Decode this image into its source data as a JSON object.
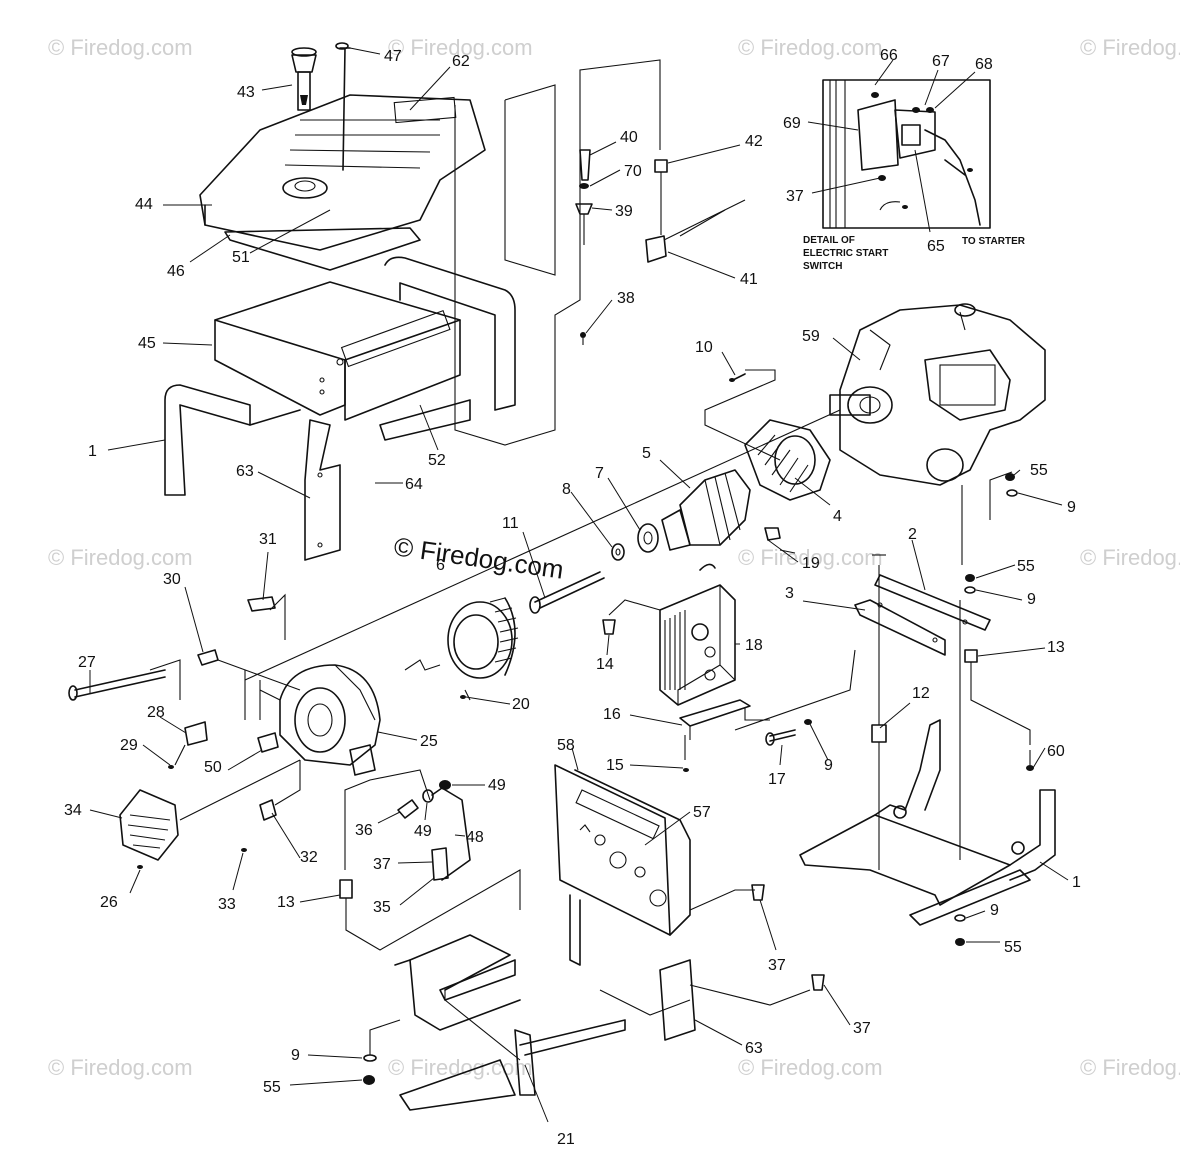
{
  "watermark": "© Firedog.com",
  "detail_box": {
    "caption_line1": "DETAIL OF",
    "caption_line2": "ELECTRIC START",
    "caption_line3": "SWITCH",
    "to_starter": "TO STARTER"
  },
  "callouts": [
    "66",
    "67",
    "68",
    "69",
    "37",
    "65",
    "47",
    "62",
    "43",
    "44",
    "46",
    "51",
    "45",
    "52",
    "40",
    "70",
    "42",
    "39",
    "41",
    "38",
    "10",
    "59",
    "1",
    "63",
    "64",
    "55",
    "9",
    "5",
    "4",
    "7",
    "8",
    "11",
    "6",
    "19",
    "2",
    "31",
    "30",
    "27",
    "3",
    "14",
    "18",
    "13",
    "12",
    "28",
    "29",
    "20",
    "25",
    "16",
    "15",
    "17",
    "60",
    "50",
    "34",
    "26",
    "33",
    "32",
    "36",
    "49",
    "48",
    "58",
    "57",
    "37",
    "35",
    "9",
    "55",
    "21",
    "63",
    "37"
  ]
}
